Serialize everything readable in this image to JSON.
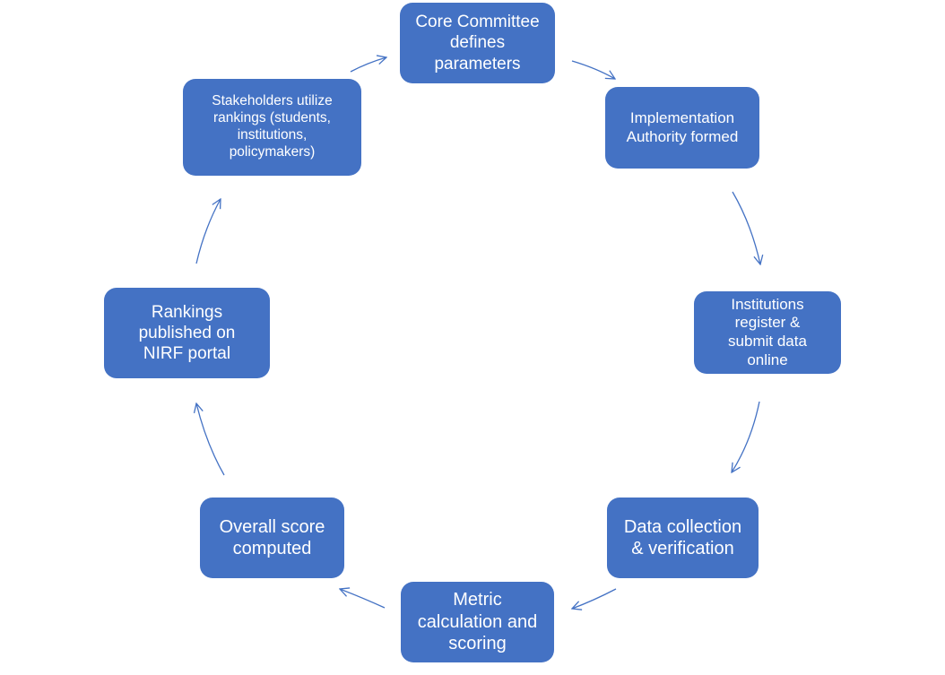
{
  "diagram": {
    "type": "cycle",
    "accent_color": "#4472c4",
    "text_color": "#ffffff",
    "arrow_color": "#4472c4",
    "steps": [
      {
        "id": "core-committee",
        "label": "Core Committee defines parameters"
      },
      {
        "id": "implementation-authority",
        "label": "Implementation Authority formed"
      },
      {
        "id": "institutions-register",
        "label": "Institutions register & submit data online"
      },
      {
        "id": "data-collection",
        "label": "Data collection & verification"
      },
      {
        "id": "metric-calculation",
        "label": "Metric calculation and scoring"
      },
      {
        "id": "overall-score",
        "label": "Overall score computed"
      },
      {
        "id": "rankings-published",
        "label": "Rankings published on NIRF portal"
      },
      {
        "id": "stakeholders-utilize",
        "label": "Stakeholders utilize rankings (students, institutions, policymakers)"
      }
    ],
    "edges": [
      {
        "from": "core-committee",
        "to": "implementation-authority"
      },
      {
        "from": "implementation-authority",
        "to": "institutions-register"
      },
      {
        "from": "institutions-register",
        "to": "data-collection"
      },
      {
        "from": "data-collection",
        "to": "metric-calculation"
      },
      {
        "from": "metric-calculation",
        "to": "overall-score"
      },
      {
        "from": "overall-score",
        "to": "rankings-published"
      },
      {
        "from": "rankings-published",
        "to": "stakeholders-utilize"
      },
      {
        "from": "stakeholders-utilize",
        "to": "core-committee"
      }
    ]
  }
}
